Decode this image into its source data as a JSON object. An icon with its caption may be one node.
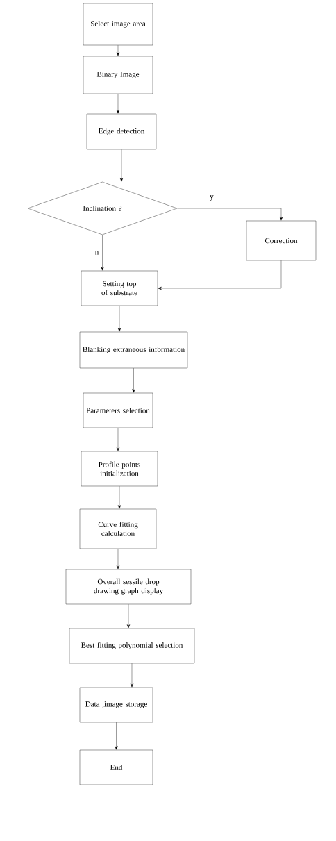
{
  "diagram": {
    "nodes": [
      {
        "text": [
          "Select image area"
        ]
      },
      {
        "text": [
          "Binary Image"
        ]
      },
      {
        "text": [
          "Edge detection"
        ]
      },
      {
        "text": [
          "Inclination ?"
        ]
      },
      {
        "text": [
          "Correction"
        ]
      },
      {
        "text": [
          "Setting top of substrate"
        ]
      },
      {
        "text": [
          "Blanking extraneous information"
        ]
      },
      {
        "text": [
          "Parameters selection"
        ]
      },
      {
        "text": [
          "Profile points initialization"
        ]
      },
      {
        "text": [
          "Curve fitting calculation"
        ]
      },
      {
        "text": [
          "Overall sessile drop drawing graph display"
        ]
      },
      {
        "text": [
          "Best fitting polynomial selection"
        ]
      },
      {
        "text": [
          "Data ,image storage"
        ]
      },
      {
        "text": [
          "End"
        ]
      }
    ],
    "edges": [
      {
        "from": 0,
        "to": 1,
        "arrow": "to"
      },
      {
        "from": 1,
        "to": 2,
        "arrow": "to"
      },
      {
        "from": 2,
        "to": 3,
        "arrow": "to"
      },
      {
        "from": 3,
        "to": 4,
        "arrow": "to",
        "label": "y"
      },
      {
        "from": 3,
        "to": 5,
        "arrow": "to",
        "label": "n"
      },
      {
        "from": 4,
        "to": 5,
        "arrow": "to"
      },
      {
        "from": 5,
        "to": 6,
        "arrow": "to"
      },
      {
        "from": 6,
        "to": 7,
        "arrow": "to"
      },
      {
        "from": 7,
        "to": 8,
        "arrow": "to"
      },
      {
        "from": 8,
        "to": 9,
        "arrow": "to"
      },
      {
        "from": 9,
        "to": 10,
        "arrow": "to"
      },
      {
        "from": 10,
        "to": 11,
        "arrow": "to"
      },
      {
        "from": 11,
        "to": 12,
        "arrow": "to"
      },
      {
        "from": 12,
        "to": 13,
        "arrow": "to"
      }
    ]
  }
}
